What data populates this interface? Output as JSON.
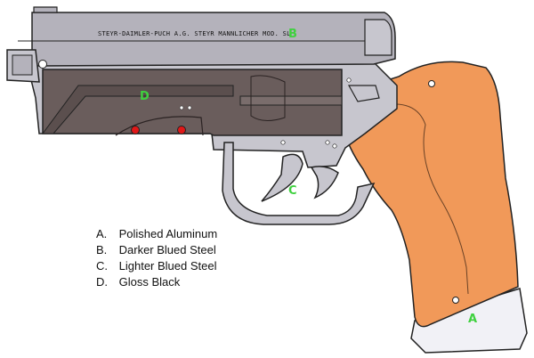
{
  "engraving": "STEYR-DAIMLER-PUCH A.G. STEYR MANNLICHER MOD. SL",
  "part_labels": {
    "grip": "A",
    "slide": "B",
    "trigger": "C",
    "receiver": "D"
  },
  "legend": [
    {
      "key": "A.",
      "text": "Polished Aluminum"
    },
    {
      "key": "B.",
      "text": "Darker Blued Steel"
    },
    {
      "key": "C.",
      "text": "Lighter Blued Steel"
    },
    {
      "key": "D.",
      "text": "Gloss Black"
    }
  ],
  "colors": {
    "slide": "#b4b2bb",
    "receiver": "#6a5d5c",
    "frame": "#c7c6ce",
    "grip": "#f19959",
    "grip_cap": "#f1f1f6",
    "label": "#3fd13f",
    "indicator": "#e01818"
  }
}
